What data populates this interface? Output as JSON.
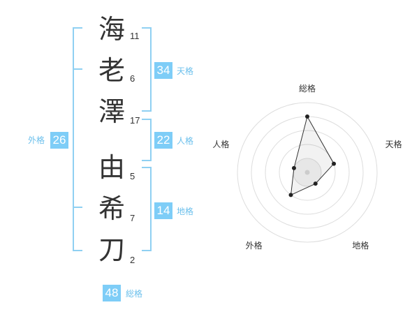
{
  "name": {
    "surname": [
      {
        "char": "海",
        "strokes": 11
      },
      {
        "char": "老",
        "strokes": 6
      },
      {
        "char": "澤",
        "strokes": 17
      }
    ],
    "given": [
      {
        "char": "由",
        "strokes": 5
      },
      {
        "char": "希",
        "strokes": 7
      },
      {
        "char": "刀",
        "strokes": 2
      }
    ]
  },
  "kaku": {
    "tenkaku": {
      "label": "天格",
      "value": 34
    },
    "jinkaku": {
      "label": "人格",
      "value": 22
    },
    "chikaku": {
      "label": "地格",
      "value": 14
    },
    "gaikaku": {
      "label": "外格",
      "value": 26
    },
    "soukaku": {
      "label": "総格",
      "value": 48
    }
  },
  "colors": {
    "badge": "#7ecdf7",
    "bracket": "#8fd0f2",
    "label": "#6cc0ec",
    "text": "#333333",
    "radar_ring": "#dddddd",
    "radar_line": "#333333"
  },
  "chart_data": {
    "type": "radar",
    "axes": [
      "総格",
      "天格",
      "地格",
      "外格",
      "人格"
    ],
    "values": [
      4,
      2,
      1,
      2,
      1
    ],
    "range": [
      0,
      5
    ],
    "rings": 5,
    "grid": "circular"
  }
}
